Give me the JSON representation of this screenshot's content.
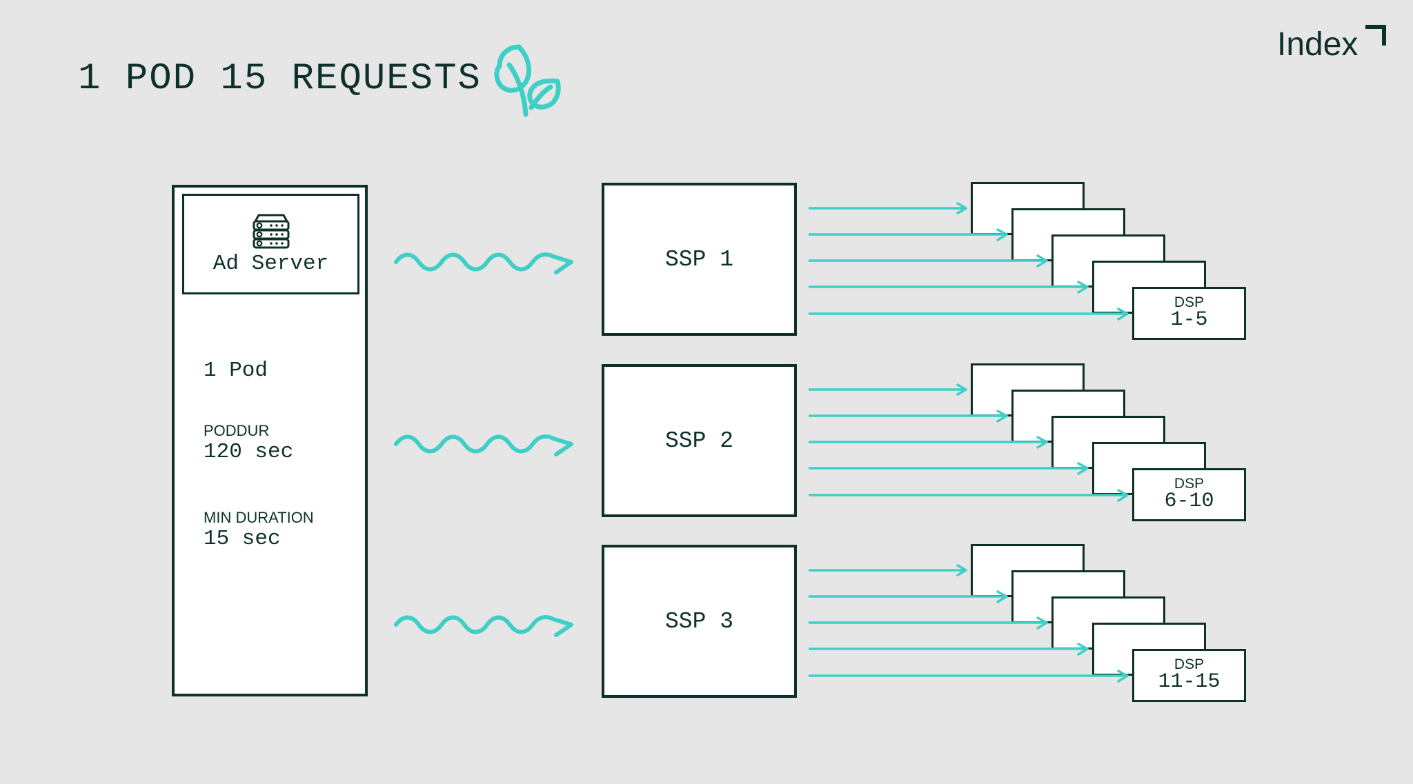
{
  "header": {
    "title": "1 POD 15 REQUESTS",
    "leaf_icon": "leaf-sprout-icon",
    "brand": "Index"
  },
  "colors": {
    "background": "#e6e6e6",
    "ink": "#0d3029",
    "accent_teal": "#3fcfc6",
    "card": "#ffffff"
  },
  "pod": {
    "ad_server": {
      "label": "Ad Server",
      "icon": "server-rack-icon"
    },
    "stats": [
      {
        "label": "",
        "value": "1 Pod"
      },
      {
        "label": "PODDUR",
        "value": "120 sec"
      },
      {
        "label": "MIN DURATION",
        "value": "15 sec"
      }
    ]
  },
  "flows": [
    {
      "wave_arrow": "wavy-arrow-icon",
      "ssp": {
        "label": "SSP 1"
      },
      "dsp_stack": {
        "count": 5,
        "name": "DSP",
        "range": "1-5"
      }
    },
    {
      "wave_arrow": "wavy-arrow-icon",
      "ssp": {
        "label": "SSP 2"
      },
      "dsp_stack": {
        "count": 5,
        "name": "DSP",
        "range": "6-10"
      }
    },
    {
      "wave_arrow": "wavy-arrow-icon",
      "ssp": {
        "label": "SSP 3"
      },
      "dsp_stack": {
        "count": 5,
        "name": "DSP",
        "range": "11-15"
      }
    }
  ]
}
